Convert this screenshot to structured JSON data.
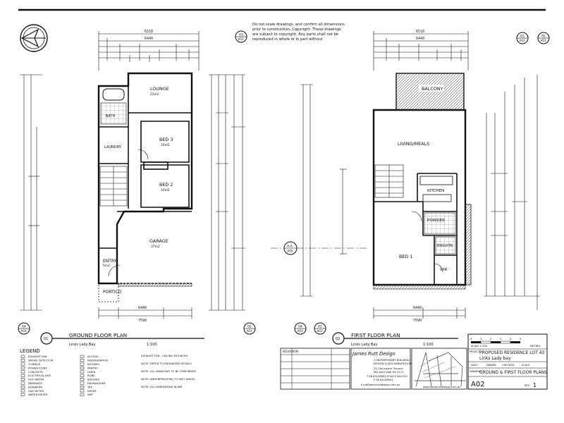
{
  "north_arrow": {
    "icon": "north-arrow-icon"
  },
  "note_block": [
    "Do not scale drawings, and confirm all dimensions",
    "prior to construction. Copyright: These drawings",
    "are subject to copyright. Any parts shall not be",
    "reproduced in whole or in part without"
  ],
  "top_dims": {
    "ground": {
      "overall": "6518",
      "second": "6440"
    },
    "first": {
      "overall": "6518",
      "second": "6440"
    }
  },
  "ground_rooms": [
    {
      "name": "LOUNGE",
      "area": "22m2"
    },
    {
      "name": "BED 3",
      "area": "10m2"
    },
    {
      "name": "BED 2",
      "area": "10m2"
    },
    {
      "name": "GARAGE",
      "area": "37m2"
    },
    {
      "name": "ENTRY",
      "area": "5m2"
    },
    {
      "name": "PORTICO",
      "area": ""
    },
    {
      "name": "LAUNDRY",
      "area": ""
    },
    {
      "name": "BATH",
      "area": ""
    }
  ],
  "first_rooms": [
    {
      "name": "BALCONY",
      "area": ""
    },
    {
      "name": "LIVING/MEALS",
      "area": ""
    },
    {
      "name": "KITCHEN",
      "area": ""
    },
    {
      "name": "POWDER",
      "area": ""
    },
    {
      "name": "BED 1",
      "area": ""
    },
    {
      "name": "ENSUITE",
      "area": ""
    },
    {
      "name": "WIR",
      "area": ""
    }
  ],
  "section_markers": {
    "top_left": {
      "num": "03",
      "sheet": "A03"
    },
    "top_right_a": {
      "num": "03",
      "sheet": "A03"
    },
    "top_right_b": {
      "num": "02",
      "sheet": "A03"
    },
    "mid": {
      "num": "A-A",
      "sheet": "A05"
    },
    "bottom_left": {
      "num": "04",
      "sheet": "A03"
    },
    "bottom_mid": {
      "num": "02",
      "sheet": "A03"
    },
    "bottom_first_a": {
      "num": "04",
      "sheet": "A03"
    },
    "bottom_first_b": {
      "num": "01",
      "sheet": "A03"
    }
  },
  "ground_plan": {
    "number": "01",
    "title": "GROUND FLOOR PLAN",
    "subtitle": "Links Lady Bay",
    "scale": "1:100"
  },
  "first_plan": {
    "number": "02",
    "title": "FIRST FLOOR PLAN",
    "subtitle": "Links Lady Bay",
    "scale": "1:100"
  },
  "legend": {
    "title": "LEGEND",
    "col1": [
      "EXHAUST FAN",
      "SMOKE DETECTOR",
      "CORNICE",
      "POWER POINT",
      "CONCRETE",
      "ELECTRICAL BOX",
      "HOT WATER",
      "DRAINAGE",
      "DOWNPIPE",
      "GAS METER",
      "WATER METER"
    ],
    "col2": [
      "ACCESS",
      "REFRIGERATOR",
      "SHOWER",
      "PANTRY",
      "LINEN",
      "ROBE",
      "SHELVES",
      "DISHWASHER",
      "TAP",
      "DRYER",
      "WM"
    ],
    "notes": [
      "EXHAUST FAN - CEILING MOUNTED",
      "NOTE: REFER TO ENGINEERS DETAILS",
      "NOTE: ALL WINDOWS TO BE CONFIRMED",
      "NOTE: WATERPROOFING TO WET AREAS",
      "NOTE: ALL DIMENSIONS IN MM"
    ]
  },
  "revisions": {
    "title": "REVISION",
    "rows": [
      "",
      "",
      "",
      "",
      ""
    ]
  },
  "firm": {
    "name": "James Rutt Design",
    "lines": [
      "CONTEMPORARY BUILDING",
      "DESIGN & DOCUMENTATION",
      "21 Gloucester Terrace",
      "McLaren Vale SA 5171",
      "T 08 83239603  M 0419 964 515",
      "F 08 83239603",
      "E jrd@jamesruttdesign.com.au"
    ],
    "web": "www.jamesruttdesign.com.au"
  },
  "title_block": {
    "scale_ticks": [
      "0",
      "1",
      "2",
      "3",
      "4",
      "5"
    ],
    "scale_label": "SCALE 1:100",
    "metres": "METRES",
    "project_label": "PROJECT",
    "project": "PROPOSED RESIDENCE LOT 43",
    "location": "Links Lady bay",
    "date_row": [
      "DATE",
      "DRAWN",
      "CHECKED",
      "SCALE"
    ],
    "drawing_label": "DRAWING",
    "drawing": "GROUND & FIRST FLOOR PLANS",
    "sheet": "A02",
    "revision_label": "REV",
    "revision": "1"
  },
  "ground_bottom_dims": [
    "6440",
    "7590"
  ],
  "first_bottom_dims": [
    "6440",
    "7590"
  ],
  "colors": {
    "ink": "#111111",
    "paper": "#ffffff",
    "tone": "#bdbdbd"
  }
}
